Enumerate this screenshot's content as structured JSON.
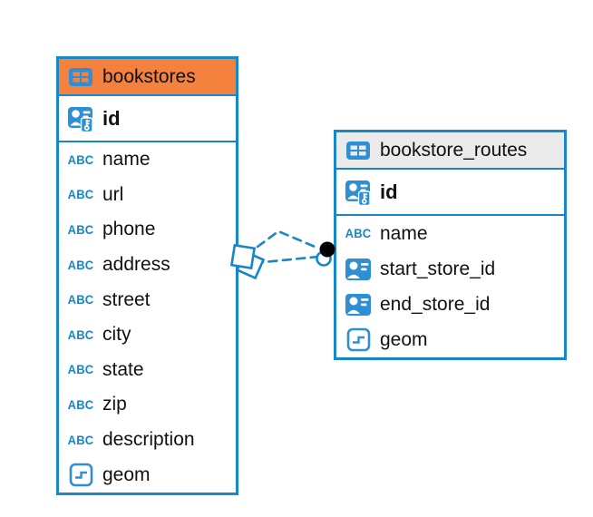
{
  "diagram": {
    "tables": [
      {
        "name": "bookstores",
        "header_bg": "#F5813E",
        "primary_key": {
          "label": "id",
          "icon": "person-key-icon"
        },
        "columns": [
          {
            "label": "name",
            "type": "text"
          },
          {
            "label": "url",
            "type": "text"
          },
          {
            "label": "phone",
            "type": "text"
          },
          {
            "label": "address",
            "type": "text"
          },
          {
            "label": "street",
            "type": "text"
          },
          {
            "label": "city",
            "type": "text"
          },
          {
            "label": "state",
            "type": "text"
          },
          {
            "label": "zip",
            "type": "text"
          },
          {
            "label": "description",
            "type": "text"
          },
          {
            "label": "geom",
            "type": "geometry"
          }
        ]
      },
      {
        "name": "bookstore_routes",
        "header_bg": "#EBEBEB",
        "primary_key": {
          "label": "id",
          "icon": "person-key-icon"
        },
        "columns": [
          {
            "label": "name",
            "type": "text"
          },
          {
            "label": "start_store_id",
            "type": "foreign-key"
          },
          {
            "label": "end_store_id",
            "type": "foreign-key"
          },
          {
            "label": "geom",
            "type": "geometry"
          }
        ]
      }
    ],
    "relationship": {
      "between": [
        "bookstores",
        "bookstore_routes"
      ],
      "line_style": "dashed",
      "line_count": 2,
      "source_marker": "stacked-diamonds",
      "target_marker": "black-dot"
    },
    "icons": {
      "text_type_label": "ABC",
      "table_icon": "table-grid-icon",
      "primary_key_icon": "person-key-icon",
      "foreign_key_icon": "person-badge-icon",
      "geometry_icon": "geometry-step-icon"
    },
    "colors": {
      "border_blue": "#1787C9",
      "icon_blue": "#2E8FD4",
      "bookstores_header": "#F5813E",
      "routes_header": "#EBEBEB",
      "text": "#111111",
      "background": "#FFFFFF",
      "relation_dot": "#000000"
    }
  }
}
